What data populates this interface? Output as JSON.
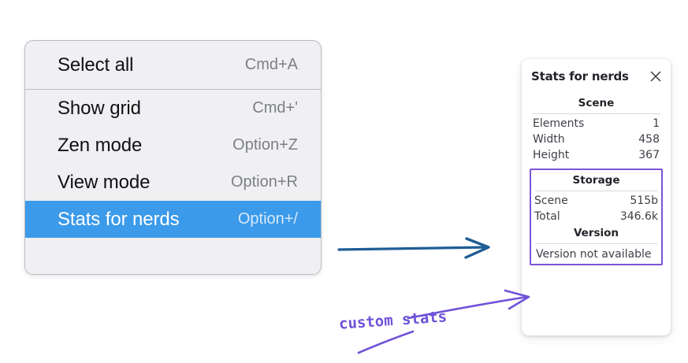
{
  "context_menu": {
    "name": "canvas-context-menu",
    "groups": [
      {
        "items": [
          {
            "label": "Select all",
            "shortcut": "Cmd+A",
            "selected": false
          }
        ]
      },
      {
        "items": [
          {
            "label": "Show grid",
            "shortcut": "Cmd+'",
            "selected": false
          },
          {
            "label": "Zen mode",
            "shortcut": "Option+Z",
            "selected": false
          },
          {
            "label": "View mode",
            "shortcut": "Option+R",
            "selected": false
          },
          {
            "label": "Stats for nerds",
            "shortcut": "Option+/",
            "selected": true
          }
        ]
      }
    ]
  },
  "stats_panel": {
    "title": "Stats for nerds",
    "close_icon": "close-icon",
    "scene": {
      "heading": "Scene",
      "rows": [
        {
          "key": "Elements",
          "value": "1"
        },
        {
          "key": "Width",
          "value": "458"
        },
        {
          "key": "Height",
          "value": "367"
        }
      ]
    },
    "storage": {
      "heading": "Storage",
      "rows": [
        {
          "key": "Scene",
          "value": "515b"
        },
        {
          "key": "Total",
          "value": "346.6k"
        }
      ]
    },
    "version": {
      "heading": "Version",
      "text": "Version not available"
    }
  },
  "annotations": {
    "blue_arrow_color": "#1f5d96",
    "purple_color": "#6f52d9",
    "highlight_border_color": "#7b55d6",
    "menu_selected_color": "#3b9ae9",
    "handwritten_note": "custom stats"
  }
}
